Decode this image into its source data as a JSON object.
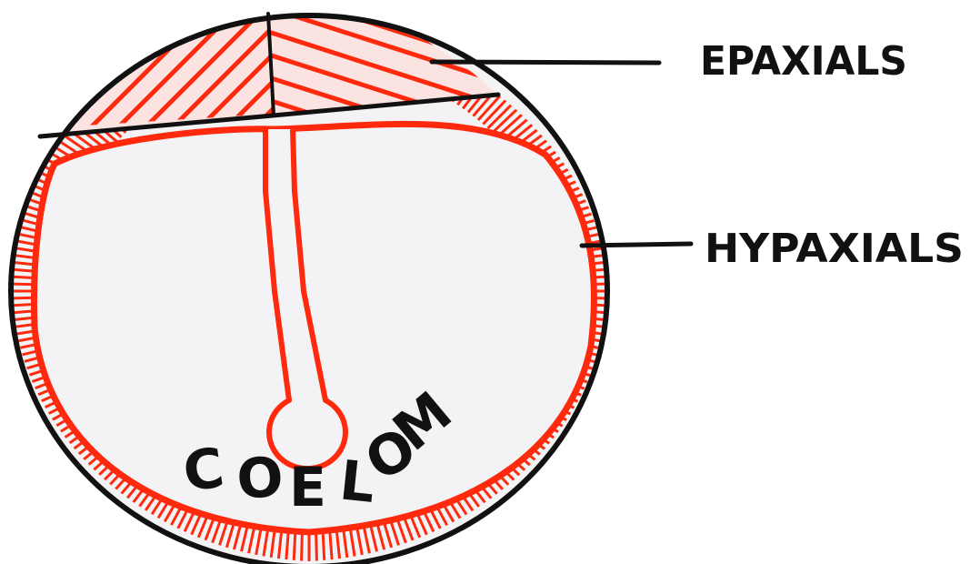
{
  "labels": {
    "epaxials": "EPAXIALS",
    "hypaxials": "HYPAXIALS",
    "coelom": "COELOM"
  },
  "colors": {
    "outline": "#111111",
    "muscle_red": "#ff2a0e",
    "muscle_fill": "#fbe3e1",
    "body_fill": "#f3f3f5"
  }
}
